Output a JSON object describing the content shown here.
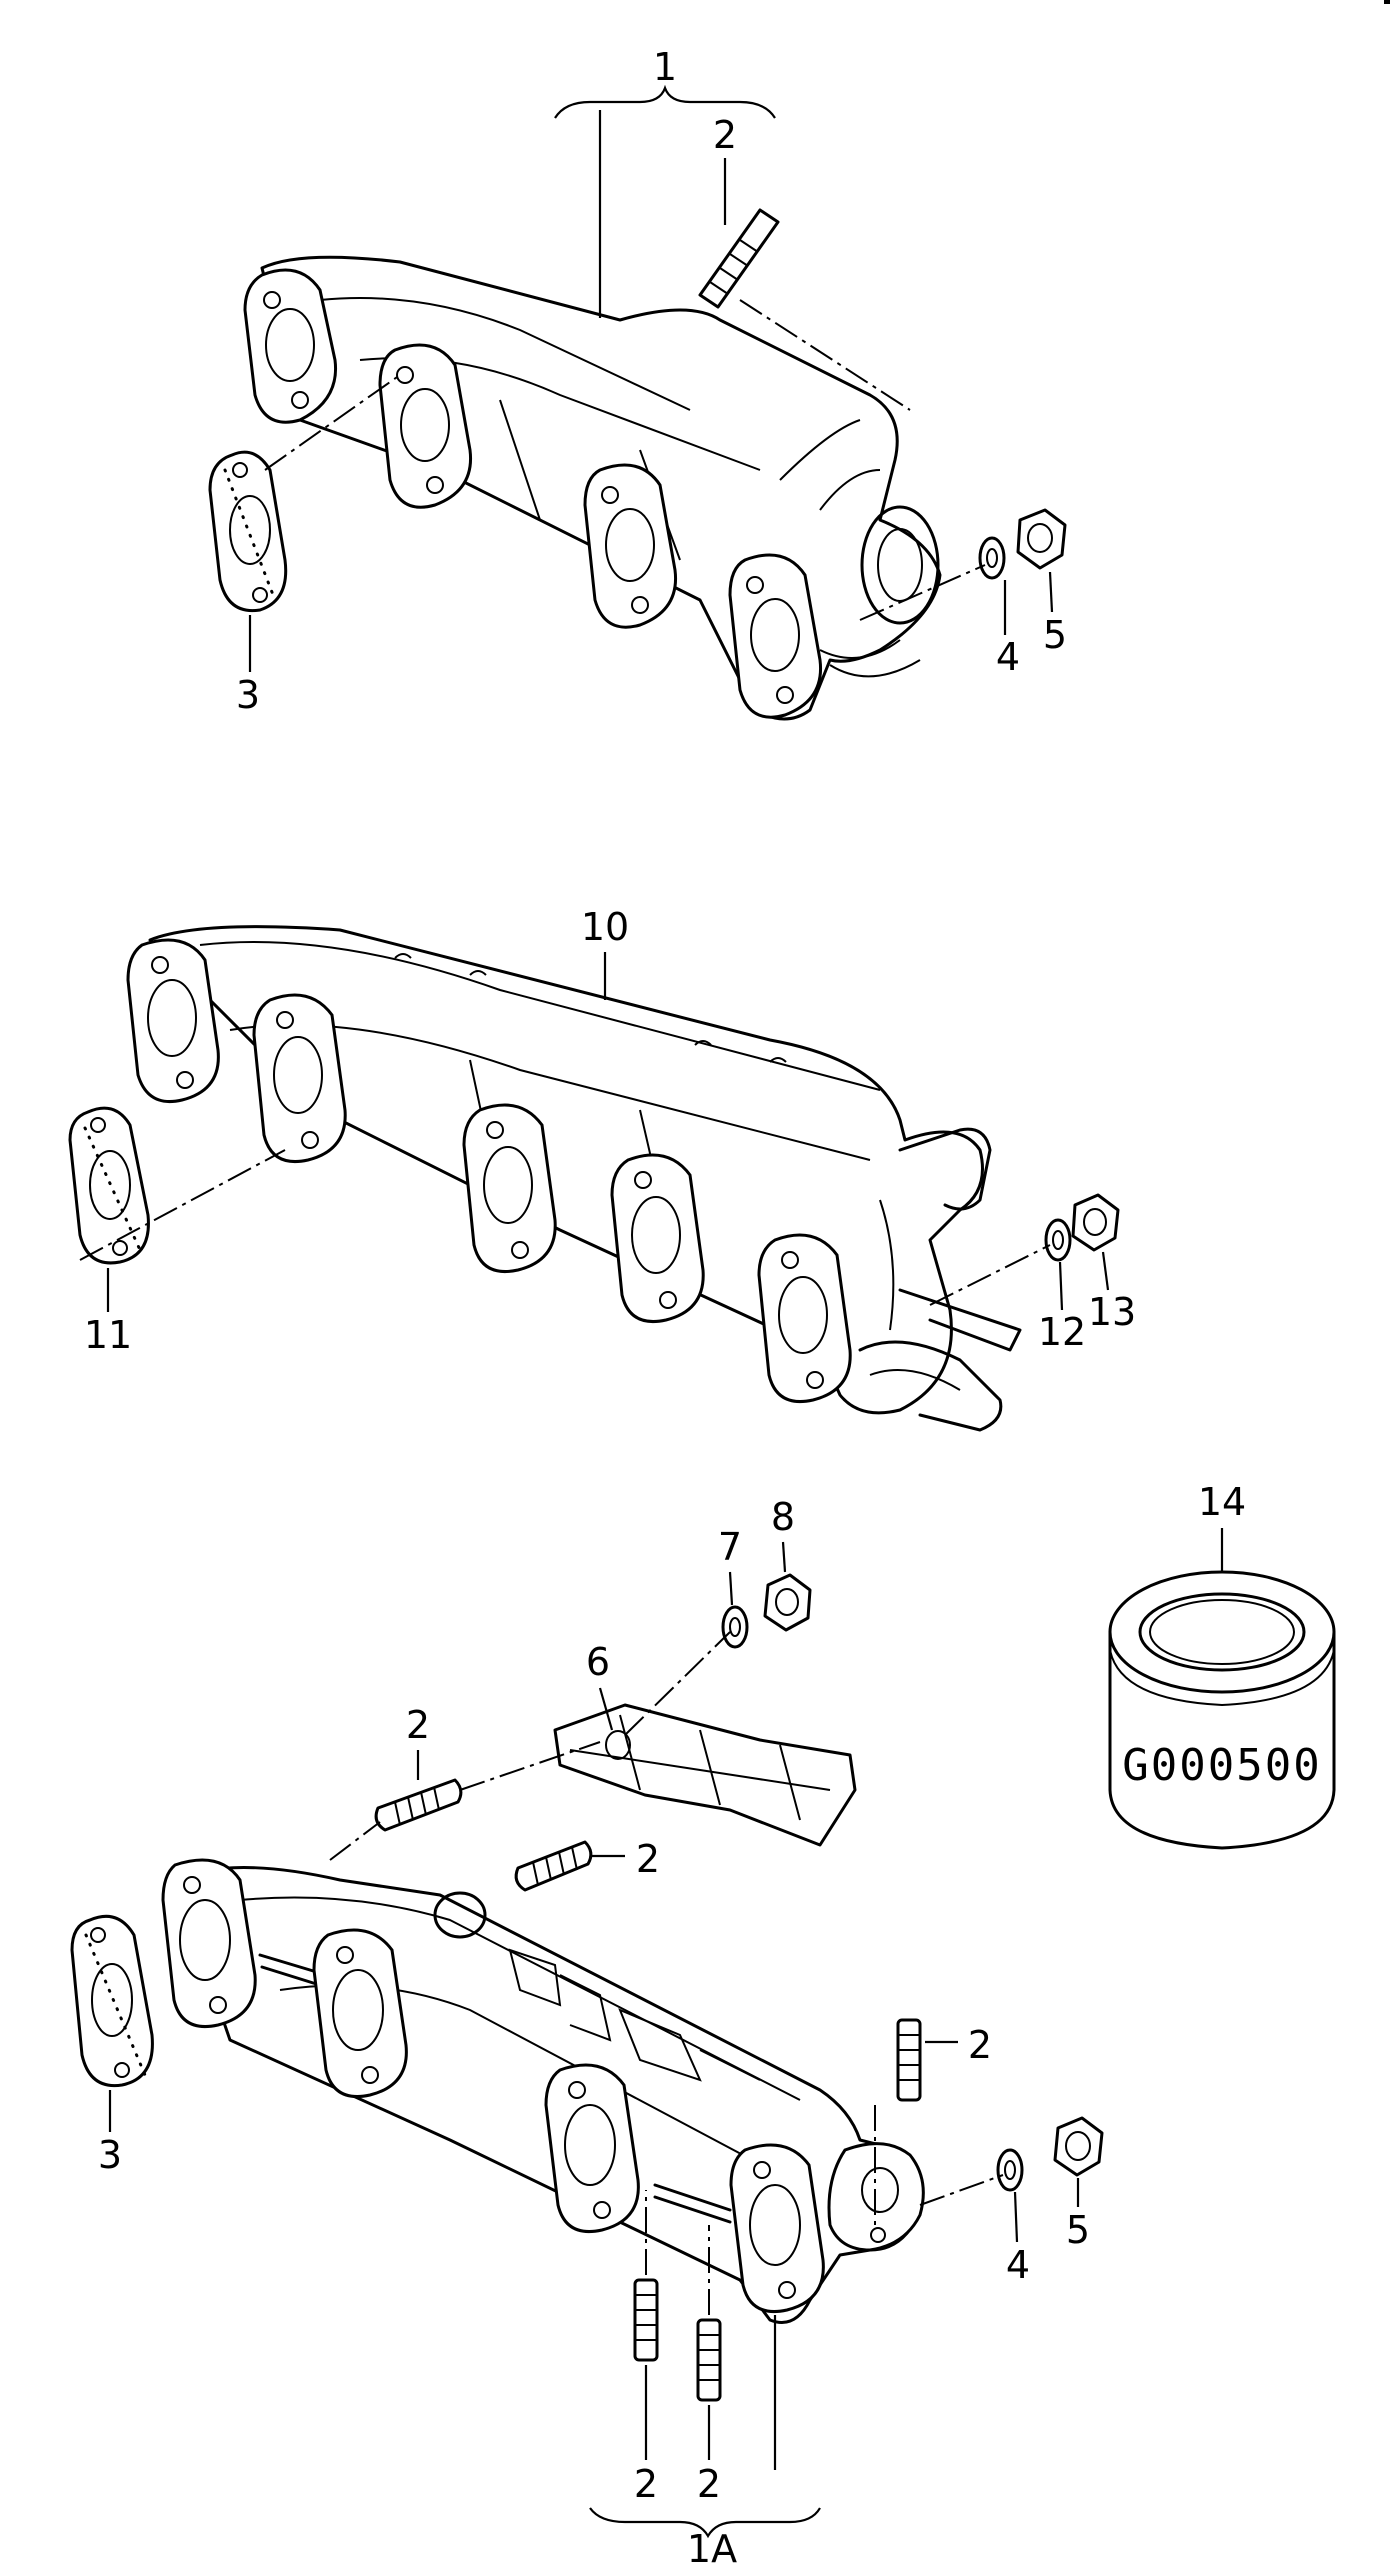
{
  "diagram": {
    "callouts": {
      "c1": "1",
      "c2a": "2",
      "c3a": "3",
      "c4a": "4",
      "c5a": "5",
      "c10": "10",
      "c11": "11",
      "c12": "12",
      "c13": "13",
      "c14": "14",
      "c8": "8",
      "c7": "7",
      "c6": "6",
      "c2b": "2",
      "c2c": "2",
      "c2d": "2",
      "c3b": "3",
      "c4b": "4",
      "c5b": "5",
      "c2e": "2",
      "c2f": "2",
      "c1a": "1A"
    },
    "box_label": "G000500"
  }
}
